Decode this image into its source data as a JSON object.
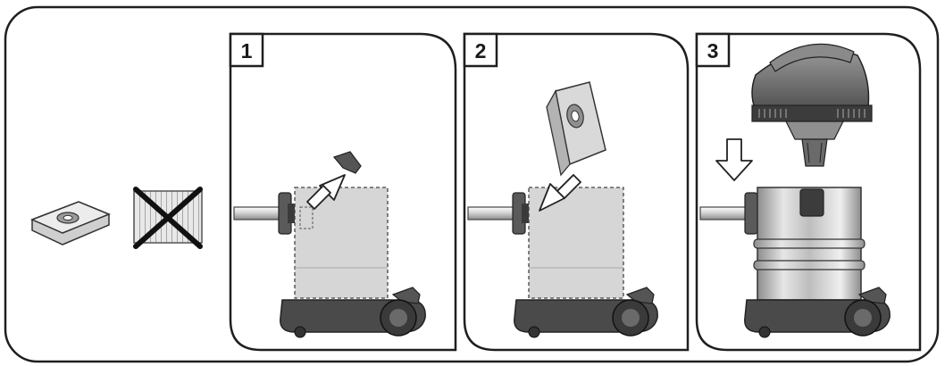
{
  "steps": [
    {
      "number": "1"
    },
    {
      "number": "2"
    },
    {
      "number": "3"
    }
  ],
  "colors": {
    "outline": "#1f1f1f",
    "tank_fill": "#d6d6d6",
    "base_dark": "#4a4a4a",
    "steel_light": "#e3e3e3",
    "steel_mid": "#9a9a9a",
    "motor_head": "#6b6b6b"
  },
  "icons": [
    "dust-bag-icon",
    "crossed-filter-icon",
    "arrow-icon"
  ]
}
